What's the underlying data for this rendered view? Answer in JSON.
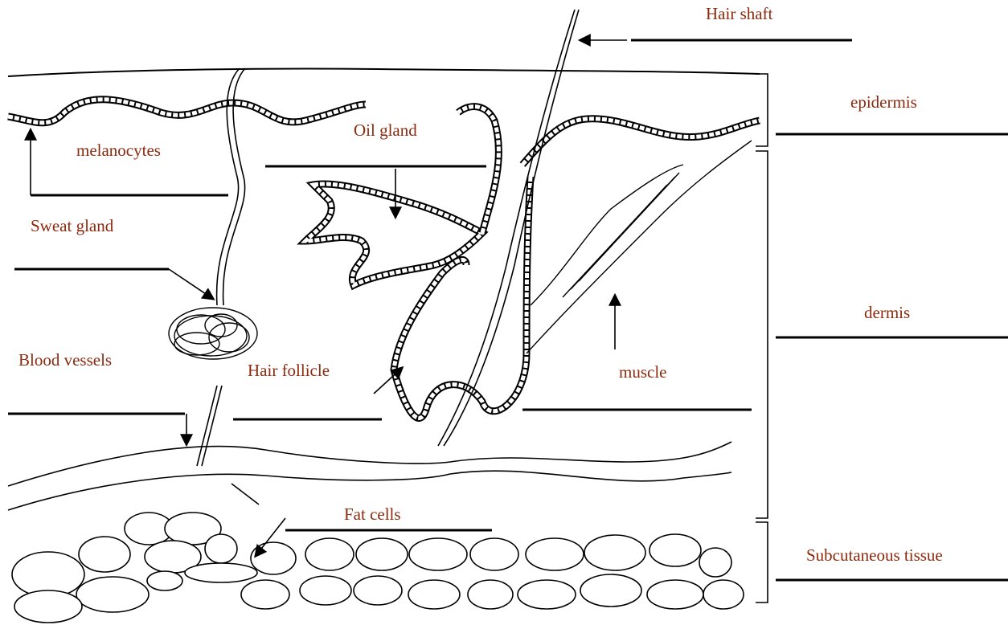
{
  "labels": {
    "hair_shaft": "Hair shaft",
    "epidermis": "epidermis",
    "oil_gland": "Oil gland",
    "melanocytes": "melanocytes",
    "sweat_gland": "Sweat gland",
    "dermis": "dermis",
    "blood_vessels": "Blood vessels",
    "hair_follicle": "Hair follicle",
    "muscle": "muscle",
    "fat_cells": "Fat cells",
    "subcutaneous_tissue": "Subcutaneous tissue"
  },
  "colors": {
    "label_text": "#8b2a0f",
    "line": "#000000",
    "background": "#ffffff"
  }
}
